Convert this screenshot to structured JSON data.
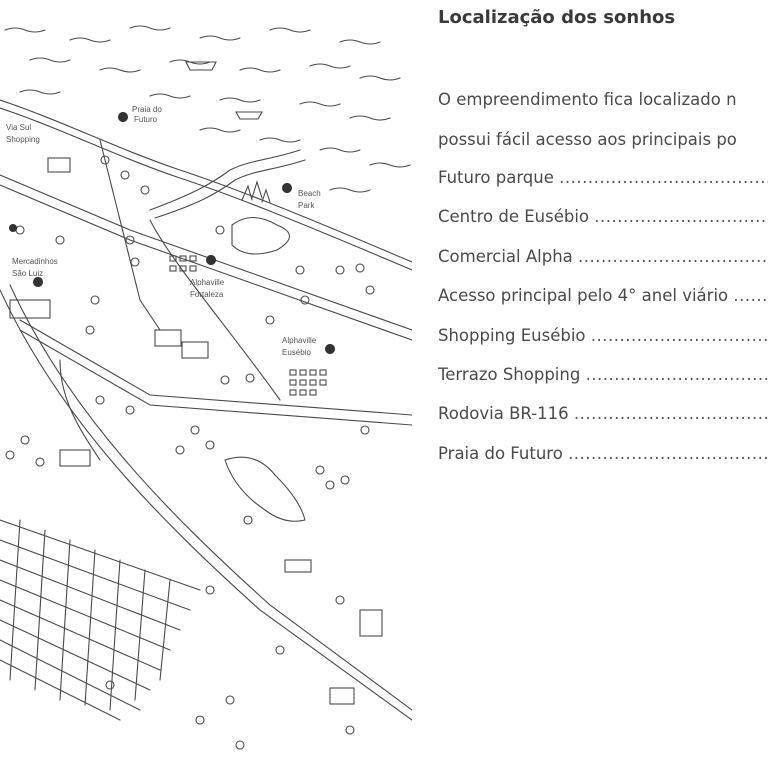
{
  "map": {
    "labels": {
      "praia_do_futuro": [
        "Praia do",
        "Futuro"
      ],
      "via_sul_shopping": [
        "Via Sul",
        "Shopping"
      ],
      "beach_park": [
        "Beach",
        "Park"
      ],
      "mercadinhos_sao_luiz": [
        "Mercadinhos",
        "São Luiz"
      ],
      "alphaville_fortaleza": [
        "Alphaville",
        "Fortaleza"
      ],
      "alphaville_eusebio": [
        "Alphaville",
        "Eusébio"
      ]
    },
    "pin_icon": "map-pin-icon",
    "line_color": "#4a4a4a"
  },
  "content": {
    "title": "Localização dos sonhos",
    "intro_lines": [
      "O empreendimento fica localizado n",
      "possui fácil acesso aos principais po"
    ],
    "dots": "....................................................................",
    "locations": [
      "Futuro parque",
      "Centro de Eusébio",
      "Comercial Alpha",
      "Acesso principal pelo 4° anel viário",
      "Shopping Eusébio",
      "Terrazo Shopping",
      "Rodovia BR-116",
      "Praia do Futuro"
    ]
  }
}
